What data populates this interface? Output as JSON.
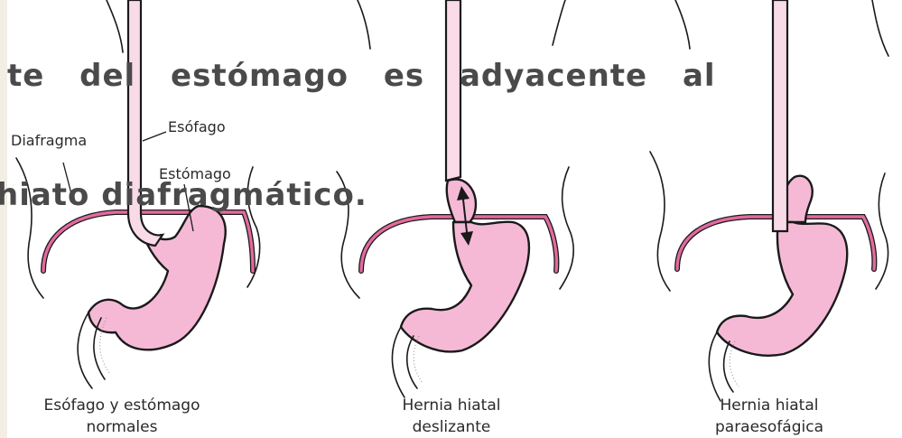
{
  "slide": {
    "title_line_1": "te del estómago es adyacente al",
    "title_line_2": "hiato diafragmático."
  },
  "labels": {
    "diafragma": "Diafragma",
    "esofago": "Esófago",
    "estomago": "Estómago"
  },
  "panels": [
    {
      "caption_line_1": "Esófago y estómago",
      "caption_line_2": "normales"
    },
    {
      "caption_line_1": "Hernia hiatal",
      "caption_line_2": "deslizante"
    },
    {
      "caption_line_1": "Hernia hiatal",
      "caption_line_2": "paraesofágica"
    }
  ],
  "colors": {
    "background": "#f3eee4",
    "tissue_pink": "#f5b9d6",
    "diaphragm_pink": "#d9558f",
    "outline": "#1a1a1a",
    "title_text": "#4a4a4a"
  },
  "icons": {
    "movement_arrow": "double-headed-arrow"
  }
}
